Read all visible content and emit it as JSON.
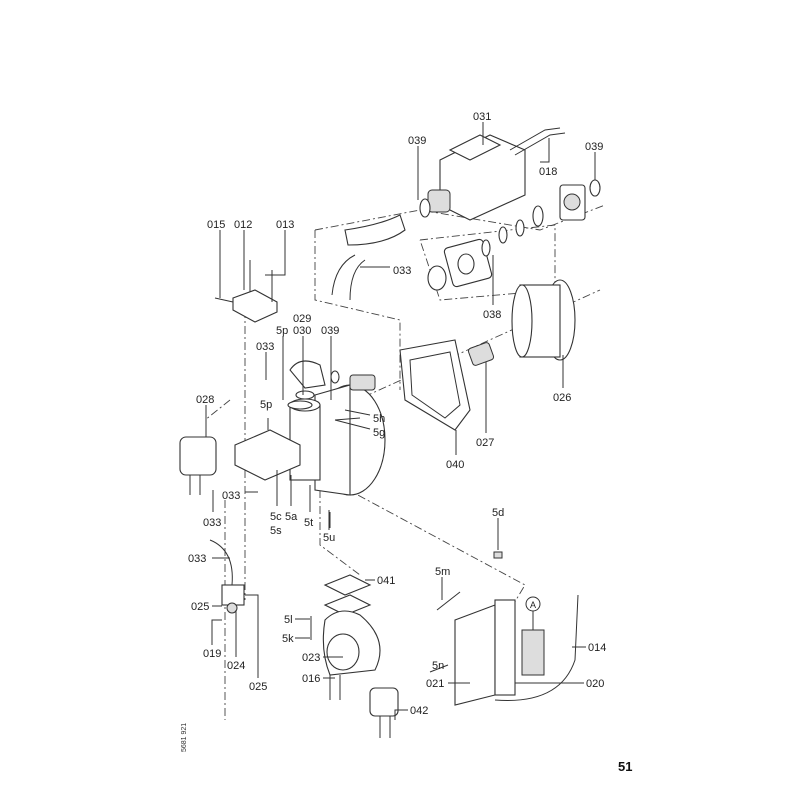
{
  "labels": {
    "l031": "031",
    "l039a": "039",
    "l039b": "039",
    "l018": "018",
    "l015": "015",
    "l012": "012",
    "l013": "013",
    "l033a": "033",
    "l038": "038",
    "l029": "029",
    "l030": "030",
    "l039c": "039",
    "l5p_a": "5p",
    "l033b": "033",
    "l026": "026",
    "l028": "028",
    "l5p_b": "5p",
    "l5h": "5h",
    "l5g": "5g",
    "l040": "040",
    "l027": "027",
    "l033c": "033",
    "l033d": "033",
    "l5c": "5c",
    "l5s": "5s",
    "l5a": "5a",
    "l5t": "5t",
    "l5u": "5u",
    "l5d": "5d",
    "l033e": "033",
    "l041": "041",
    "l5m": "5m",
    "l5l": "5l",
    "l5k": "5k",
    "l025a": "025",
    "l019": "019",
    "l024": "024",
    "l025b": "025",
    "l023": "023",
    "l016": "016",
    "l5n": "5n",
    "l021": "021",
    "lA": "A",
    "l014": "014",
    "l020": "020",
    "l042": "042"
  },
  "doc_number": "5681 921",
  "page_number": "51"
}
